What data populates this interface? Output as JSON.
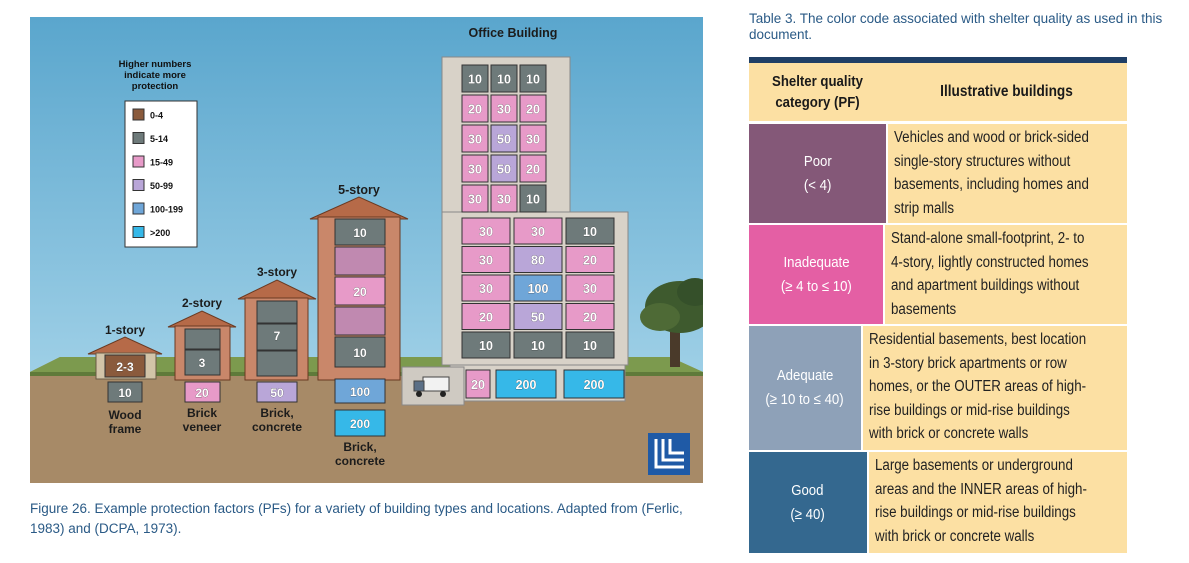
{
  "figure": {
    "legend": {
      "heading": [
        "Higher numbers",
        "indicate more",
        "protection"
      ],
      "items": [
        {
          "label": "0-4",
          "color": "#8a5a3c"
        },
        {
          "label": "5-14",
          "color": "#6e7a7a"
        },
        {
          "label": "15-49",
          "color": "#e79ac8"
        },
        {
          "label": "50-99",
          "color": "#b9a6d8"
        },
        {
          "label": "100-199",
          "color": "#6fa6d8"
        },
        {
          "label": ">200",
          "color": "#36b8e8"
        }
      ]
    },
    "buildings": {
      "one_story": {
        "title": "1-story",
        "floor": "2-3",
        "basement": "10",
        "caption": [
          "Wood",
          "frame"
        ]
      },
      "two_story": {
        "title": "2-story",
        "floor": "3",
        "basement": "20",
        "caption": [
          "Brick",
          "veneer"
        ]
      },
      "three_story": {
        "title": "3-story",
        "floor": "7",
        "basement": "50",
        "caption": [
          "Brick,",
          "concrete"
        ]
      },
      "five_story": {
        "title": "5-story",
        "floors": [
          "10",
          "20",
          "10"
        ],
        "basements": [
          "100",
          "200"
        ],
        "caption": [
          "Brick,",
          "concrete"
        ]
      },
      "office": {
        "title": "Office Building",
        "tower_rows": [
          [
            "10",
            "10",
            "10"
          ],
          [
            "20",
            "30",
            "20"
          ],
          [
            "30",
            "50",
            "30"
          ],
          [
            "30",
            "50",
            "20"
          ],
          [
            "30",
            "30",
            "10"
          ]
        ],
        "lower_rows": [
          [
            "30",
            "30",
            "10"
          ],
          [
            "30",
            "80",
            "20"
          ],
          [
            "30",
            "100",
            "30"
          ],
          [
            "20",
            "50",
            "20"
          ],
          [
            "10",
            "10",
            "10"
          ]
        ],
        "basement": [
          "20",
          "200",
          "200"
        ]
      }
    },
    "caption": "Figure 26. Example protection factors (PFs) for a variety of building types and locations. Adapted from (Ferlic, 1983) and (DCPA, 1973)."
  },
  "table": {
    "caption": "Table 3. The color code associated with shelter quality as used in this document.",
    "header": {
      "col1": [
        "Shelter quality",
        "category (PF)"
      ],
      "col2": "Illustrative buildings"
    },
    "rows": [
      {
        "category": "Poor",
        "range": "(< 4)",
        "color": "#845878",
        "lines": [
          "Vehicles and wood or brick-sided",
          "single-story structures without",
          "basements, including homes and",
          "strip malls"
        ]
      },
      {
        "category": "Inadequate",
        "range": "(≥ 4 to ≤ 10)",
        "color": "#e45fa4",
        "lines": [
          "Stand-alone small-footprint, 2- to",
          "4-story, lightly constructed homes",
          "and apartment buildings without",
          "basements"
        ]
      },
      {
        "category": "Adequate",
        "range": "(≥ 10 to ≤ 40)",
        "color": "#8ea1b8",
        "lines": [
          "Residential basements, best location",
          "in 3-story brick apartments or row",
          "homes, or the OUTER areas of high-",
          "rise buildings or mid-rise buildings",
          "with brick or concrete walls"
        ]
      },
      {
        "category": "Good",
        "range": "(≥ 40)",
        "color": "#34688f",
        "lines": [
          "Large basements or underground",
          "areas and the INNER areas of high-",
          "rise buildings or mid-rise buildings",
          "with brick or concrete walls"
        ]
      }
    ]
  }
}
